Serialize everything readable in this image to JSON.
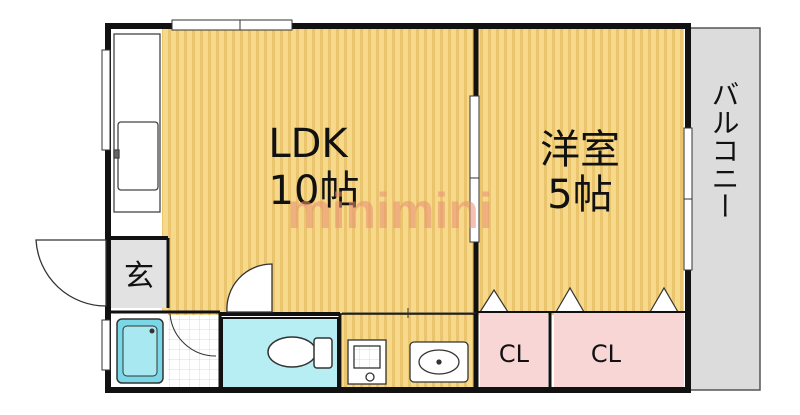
{
  "rooms": {
    "ldk": {
      "line1": "LDK",
      "line2": "10帖"
    },
    "western": {
      "line1": "洋室",
      "line2": "5帖"
    },
    "entrance": {
      "label": "玄"
    },
    "closet_left": {
      "label": "CL"
    },
    "closet_right": {
      "label": "CL"
    },
    "balcony": {
      "label": "バルコニー"
    }
  },
  "watermark": {
    "text": "minimini"
  },
  "colors": {
    "floor_wood": "#f6d98a",
    "floor_stripe": "#e8bf62",
    "closet_pink": "#f9d6d6",
    "toilet_blue": "#b7eef4",
    "bath_blue": "#7ad7e6",
    "balcony_gray": "#dcdcdc",
    "wall": "#111111"
  }
}
